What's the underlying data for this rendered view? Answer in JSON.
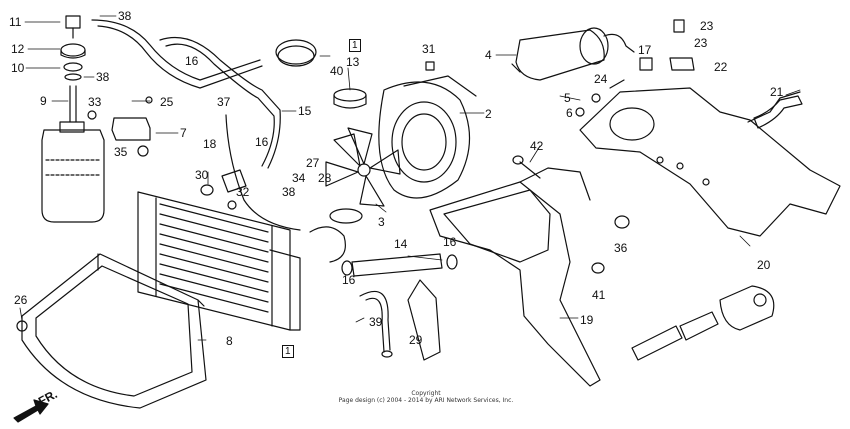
{
  "diagram": {
    "callouts": {
      "c11": "11",
      "c38a": "38",
      "c12": "12",
      "c10": "10",
      "c38b": "38",
      "c9": "9",
      "c33": "33",
      "c25": "25",
      "c7": "7",
      "c35": "35",
      "c16a": "16",
      "c37": "37",
      "c15": "15",
      "c16b": "16",
      "c18": "18",
      "c30": "30",
      "c32": "32",
      "c27": "27",
      "c34": "34",
      "c28": "28",
      "c38c": "38",
      "c3": "3",
      "c13": "13",
      "c1a": "1",
      "c40": "40",
      "c31": "31",
      "c2": "2",
      "c4": "4",
      "c42": "42",
      "c14": "14",
      "c16c": "16",
      "c16d": "16",
      "c39": "39",
      "c29": "29",
      "c19": "19",
      "c36": "36",
      "c41": "41",
      "c5": "5",
      "c6": "6",
      "c24": "24",
      "c17": "17",
      "c23a": "23",
      "c23b": "23",
      "c22": "22",
      "c21": "21",
      "c20": "20",
      "c26": "26",
      "c8": "8",
      "c1b": "1"
    },
    "front_label": "FR.",
    "copyright_line1": "Copyright",
    "copyright_line2": "Page design (c) 2004 - 2014 by ARI Network Services, Inc."
  }
}
